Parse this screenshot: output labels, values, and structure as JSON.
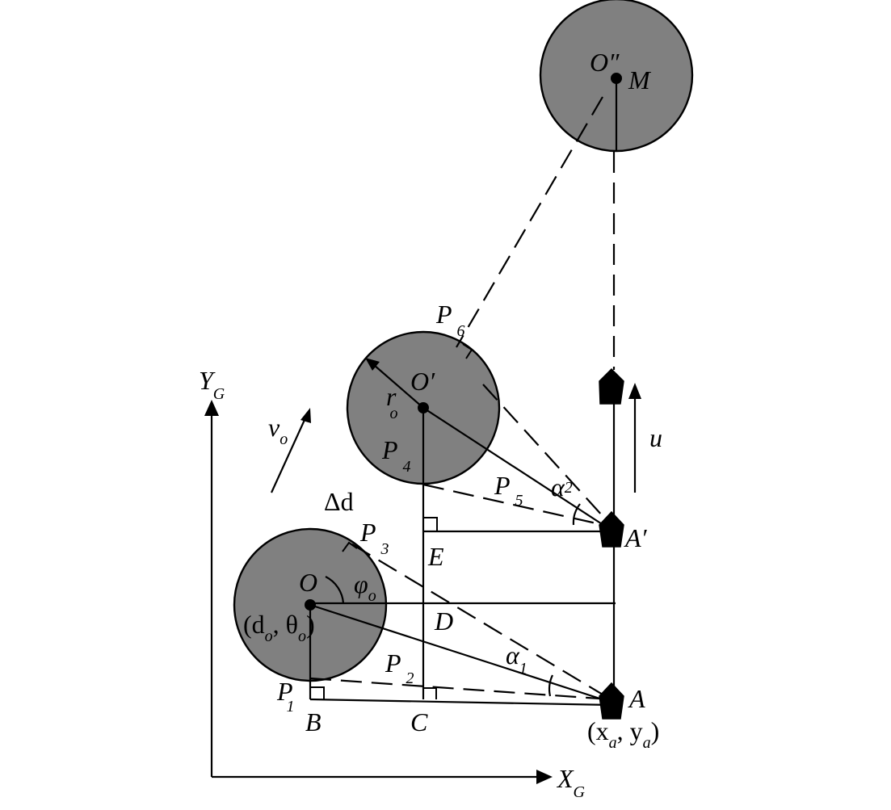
{
  "axes": {
    "x": {
      "main": "X",
      "sub": "G"
    },
    "y": {
      "main": "Y",
      "sub": "G"
    }
  },
  "obstacles": {
    "current": "O",
    "current_coords": {
      "open": "(d",
      "sub1": "o",
      "comma": ", θ",
      "sub2": "o",
      "close": ")"
    },
    "next": "O′",
    "far": "O″"
  },
  "labels": {
    "M": "M",
    "A": "A",
    "A_prime": "A′",
    "A_coords": {
      "open": "(x",
      "sub1": "a",
      "comma": ", y",
      "sub2": "a",
      "close": ")"
    },
    "B": "B",
    "C": "C",
    "D": "D",
    "E": "E",
    "u": "u",
    "delta_d": "Δd"
  },
  "points": {
    "P1": {
      "main": "P",
      "sub": "1"
    },
    "P2": {
      "main": "P",
      "sub": "2"
    },
    "P3": {
      "main": "P",
      "sub": "3"
    },
    "P4": {
      "main": "P",
      "sub": "4"
    },
    "P5": {
      "main": "P",
      "sub": "5"
    },
    "P6": {
      "main": "P",
      "sub": "6"
    }
  },
  "angles": {
    "alpha1": {
      "main": "α",
      "sub": "1"
    },
    "alpha2": {
      "main": "α",
      "sub": "2"
    },
    "phi_o": {
      "main": "φ",
      "sub": "o"
    }
  },
  "radius": {
    "main": "r",
    "sub": "o"
  },
  "velocity": {
    "main": "v",
    "sub": "o"
  }
}
